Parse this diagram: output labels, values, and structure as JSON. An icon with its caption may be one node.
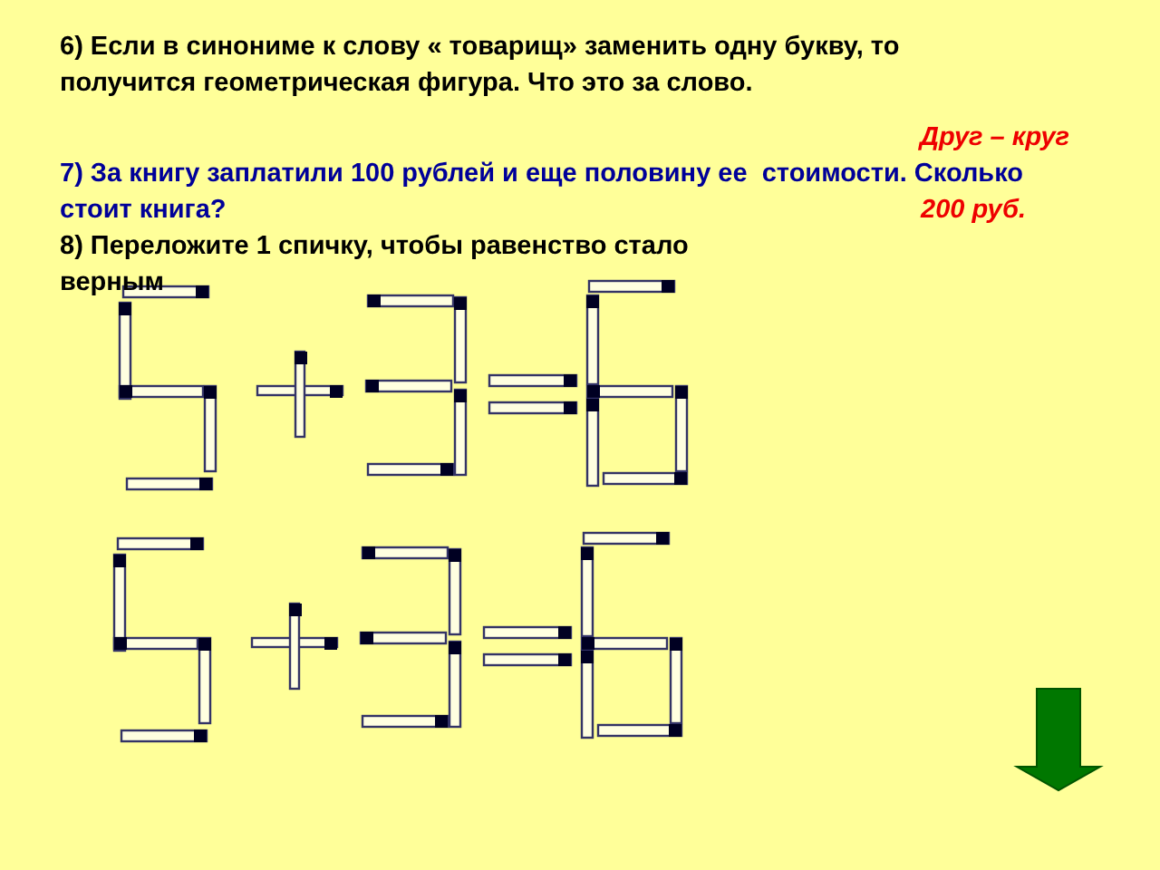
{
  "diagram": {
    "labels": [
      "6) Если в синониме к слову « товарищ» заменить одну букву, то получится геометрическая фигура. Что это за слово.",
      "Друг – круг",
      "7) За книгу заплатили 100 рублей и еще половину ее  стоимости. Сколько стоит книга?",
      "200 руб.",
      "8) Переложите 1 спичку, чтобы равенство стало верным"
    ]
  }
}
